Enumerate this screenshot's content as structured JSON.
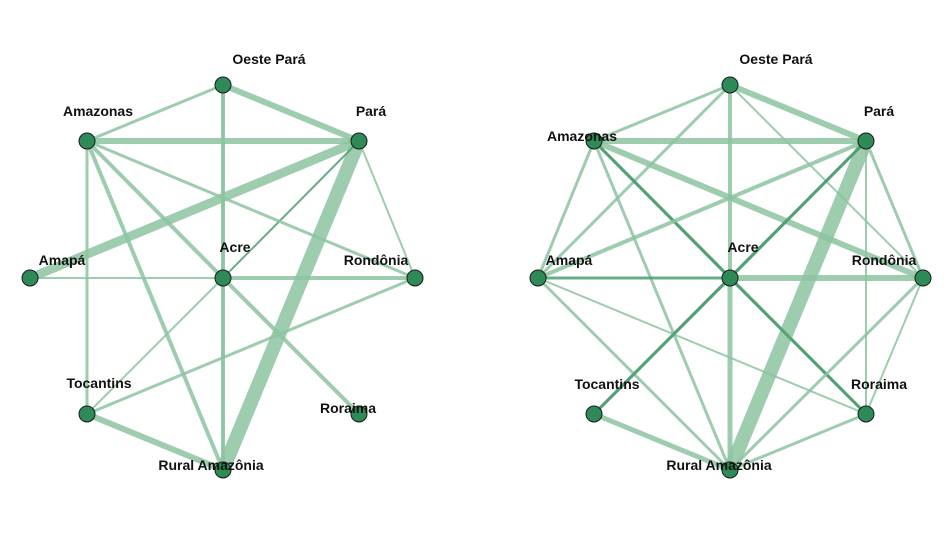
{
  "colors": {
    "edge": "#8cc3a0",
    "edge_dark": "#4f9e72",
    "node": "#2e8b57",
    "node_stroke": "#1a1a1a"
  },
  "nodes": [
    {
      "id": "oeste",
      "label": "Oeste Pará"
    },
    {
      "id": "para",
      "label": "Pará"
    },
    {
      "id": "rondonia",
      "label": "Rondônia"
    },
    {
      "id": "roraima",
      "label": "Roraima"
    },
    {
      "id": "rural",
      "label": "Rural Amazônia"
    },
    {
      "id": "tocantins",
      "label": "Tocantins"
    },
    {
      "id": "amapa",
      "label": "Amapá"
    },
    {
      "id": "amazonas",
      "label": "Amazonas"
    },
    {
      "id": "acre",
      "label": "Acre"
    }
  ],
  "networks": [
    {
      "edges": [
        {
          "a": "amazonas",
          "b": "para",
          "weight": 6,
          "strong": false
        },
        {
          "a": "amazonas",
          "b": "oeste",
          "weight": 3,
          "strong": false
        },
        {
          "a": "oeste",
          "b": "para",
          "weight": 6,
          "strong": false
        },
        {
          "a": "oeste",
          "b": "acre",
          "weight": 3,
          "strong": false
        },
        {
          "a": "oeste",
          "b": "rural",
          "weight": 4,
          "strong": false
        },
        {
          "a": "para",
          "b": "amapa",
          "weight": 9,
          "strong": false
        },
        {
          "a": "para",
          "b": "rural",
          "weight": 14,
          "strong": false
        },
        {
          "a": "para",
          "b": "acre",
          "weight": 2,
          "strong": true
        },
        {
          "a": "para",
          "b": "rondonia",
          "weight": 2,
          "strong": false
        },
        {
          "a": "amazonas",
          "b": "acre",
          "weight": 4,
          "strong": false
        },
        {
          "a": "amazonas",
          "b": "rural",
          "weight": 4,
          "strong": false
        },
        {
          "a": "amazonas",
          "b": "rondonia",
          "weight": 3,
          "strong": false
        },
        {
          "a": "amazonas",
          "b": "tocantins",
          "weight": 3,
          "strong": false
        },
        {
          "a": "amapa",
          "b": "acre",
          "weight": 2,
          "strong": false
        },
        {
          "a": "acre",
          "b": "rondonia",
          "weight": 4,
          "strong": false
        },
        {
          "a": "acre",
          "b": "tocantins",
          "weight": 2,
          "strong": false
        },
        {
          "a": "acre",
          "b": "roraima",
          "weight": 4,
          "strong": false
        },
        {
          "a": "tocantins",
          "b": "rural",
          "weight": 6,
          "strong": false
        },
        {
          "a": "tocantins",
          "b": "rondonia",
          "weight": 3,
          "strong": false
        },
        {
          "a": "acre",
          "b": "rural",
          "weight": 3,
          "strong": false
        }
      ]
    },
    {
      "edges": [
        {
          "a": "amazonas",
          "b": "oeste",
          "weight": 3,
          "strong": false
        },
        {
          "a": "amazonas",
          "b": "para",
          "weight": 6,
          "strong": false
        },
        {
          "a": "oeste",
          "b": "para",
          "weight": 6,
          "strong": false
        },
        {
          "a": "oeste",
          "b": "rondonia",
          "weight": 2,
          "strong": false
        },
        {
          "a": "oeste",
          "b": "amapa",
          "weight": 3,
          "strong": false
        },
        {
          "a": "oeste",
          "b": "acre",
          "weight": 4,
          "strong": false
        },
        {
          "a": "amazonas",
          "b": "amapa",
          "weight": 3,
          "strong": false
        },
        {
          "a": "amazonas",
          "b": "rondonia",
          "weight": 6,
          "strong": false
        },
        {
          "a": "amazonas",
          "b": "acre",
          "weight": 3,
          "strong": true
        },
        {
          "a": "amazonas",
          "b": "roraima",
          "weight": 3,
          "strong": true
        },
        {
          "a": "amazonas",
          "b": "rural",
          "weight": 3,
          "strong": false
        },
        {
          "a": "para",
          "b": "amapa",
          "weight": 4,
          "strong": false
        },
        {
          "a": "para",
          "b": "rural",
          "weight": 14,
          "strong": false
        },
        {
          "a": "para",
          "b": "acre",
          "weight": 3,
          "strong": true
        },
        {
          "a": "para",
          "b": "rondonia",
          "weight": 3,
          "strong": false
        },
        {
          "a": "para",
          "b": "roraima",
          "weight": 2,
          "strong": false
        },
        {
          "a": "para",
          "b": "tocantins",
          "weight": 3,
          "strong": true
        },
        {
          "a": "amapa",
          "b": "acre",
          "weight": 3,
          "strong": true
        },
        {
          "a": "amapa",
          "b": "rural",
          "weight": 3,
          "strong": false
        },
        {
          "a": "amapa",
          "b": "roraima",
          "weight": 2,
          "strong": false
        },
        {
          "a": "acre",
          "b": "rondonia",
          "weight": 6,
          "strong": false
        },
        {
          "a": "acre",
          "b": "roraima",
          "weight": 3,
          "strong": true
        },
        {
          "a": "acre",
          "b": "tocantins",
          "weight": 3,
          "strong": true
        },
        {
          "a": "acre",
          "b": "rural",
          "weight": 5,
          "strong": false
        },
        {
          "a": "rondonia",
          "b": "roraima",
          "weight": 2,
          "strong": false
        },
        {
          "a": "rondonia",
          "b": "rural",
          "weight": 3,
          "strong": false
        },
        {
          "a": "roraima",
          "b": "rural",
          "weight": 3,
          "strong": false
        },
        {
          "a": "tocantins",
          "b": "rural",
          "weight": 5,
          "strong": false
        }
      ]
    }
  ]
}
